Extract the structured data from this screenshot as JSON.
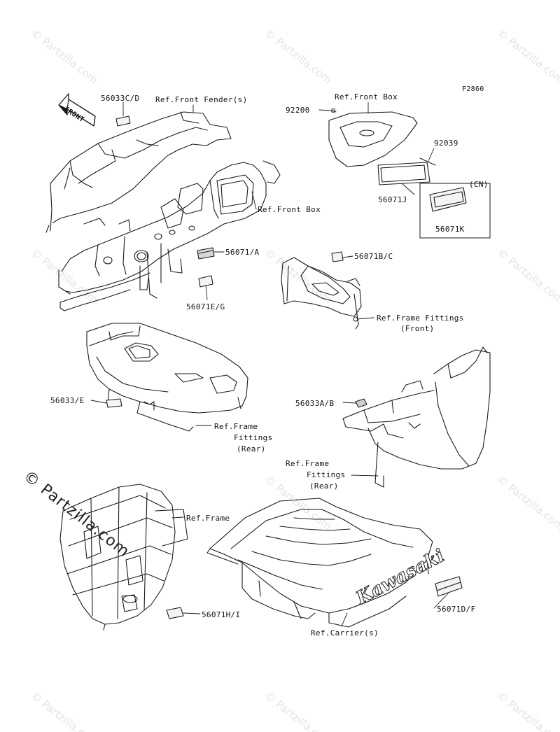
{
  "figure_code": "F2860",
  "front_arrow_text": "FRONT",
  "watermark": "© Partzilla.com",
  "faint_watermark": "© Partzilla.com",
  "brand_decal": "Kawasaki",
  "labels": {
    "p56033cd": "56033C/D",
    "ref_front_fender": "Ref.Front Fender(s)",
    "ref_front_box_top": "Ref.Front Box",
    "p92200": "92200",
    "p92039": "92039",
    "cn": "(CN)",
    "p56071j": "56071J",
    "p56071k": "56071K",
    "ref_front_box_mid": "Ref.Front Box",
    "p56071a": "56071/A",
    "p56071bc": "56071B/C",
    "p56071eg": "56071E/G",
    "ref_frame_fittings_front_1": "Ref.Frame Fittings",
    "ref_frame_fittings_front_2": "(Front)",
    "p56033e": "56033/E",
    "ref_frame_fittings_rear_a1": "Ref.Frame",
    "ref_frame_fittings_rear_a2": "Fittings",
    "ref_frame_fittings_rear_a3": "(Rear)",
    "p56033ab": "56033A/B",
    "ref_frame_fittings_rear_b1": "Ref.Frame",
    "ref_frame_fittings_rear_b2": "Fittings",
    "ref_frame_fittings_rear_b3": "(Rear)",
    "ref_frame": "Ref.Frame",
    "p56071hi": "56071H/I",
    "p56071df": "56071D/F",
    "ref_carrier": "Ref.Carrier(s)"
  }
}
